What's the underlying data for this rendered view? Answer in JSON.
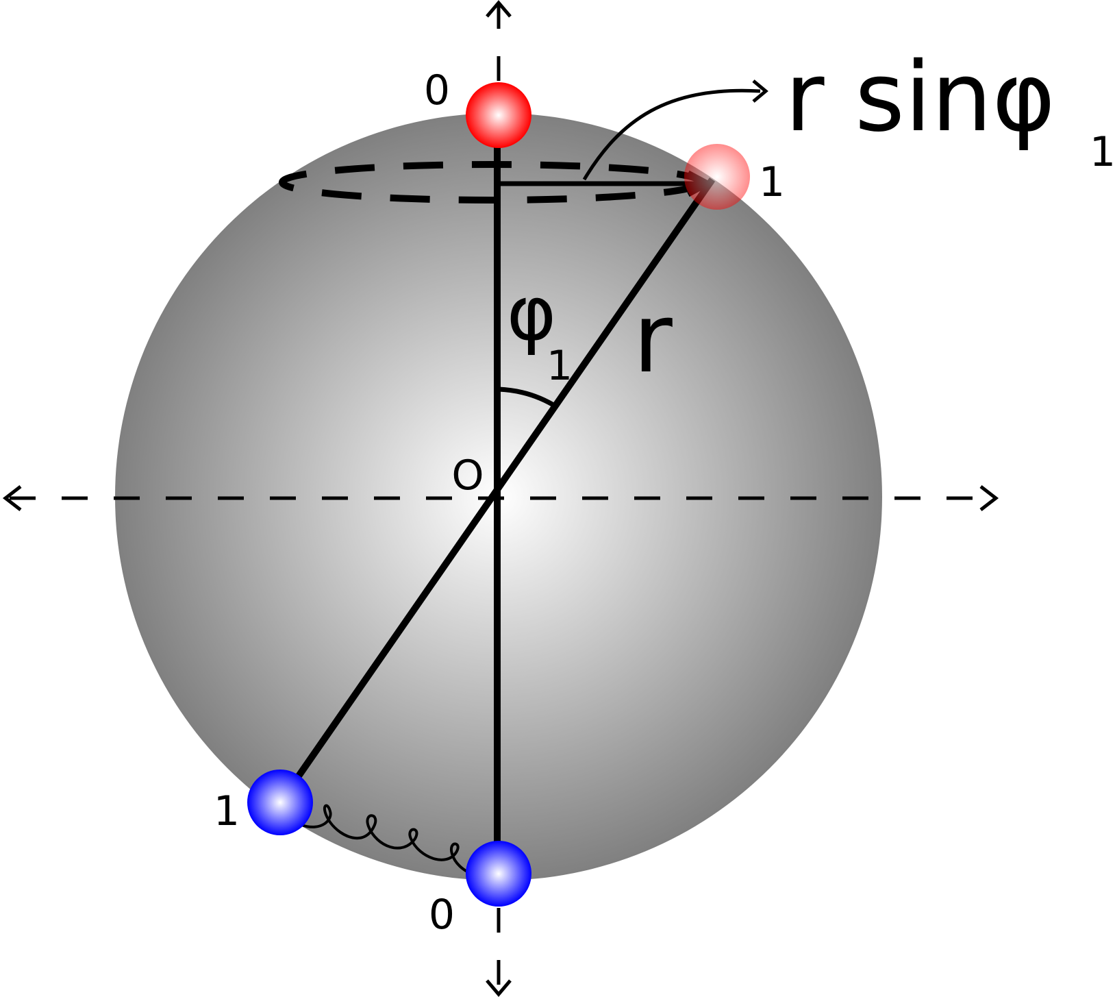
{
  "labels": {
    "top_red_index": "0",
    "right_red_index": "1",
    "left_blue_index": "1",
    "bottom_blue_index": "0",
    "origin": "O",
    "radius": "r",
    "angle_symbol": "φ",
    "angle_subscript": "1",
    "projection_main": "r sinφ",
    "projection_subscript": "1"
  },
  "colors": {
    "sphere_center": "#ffffff",
    "sphere_edge": "#808080",
    "red_ball": "#ff0000",
    "blue_ball": "#0000ff",
    "line": "#000000"
  }
}
